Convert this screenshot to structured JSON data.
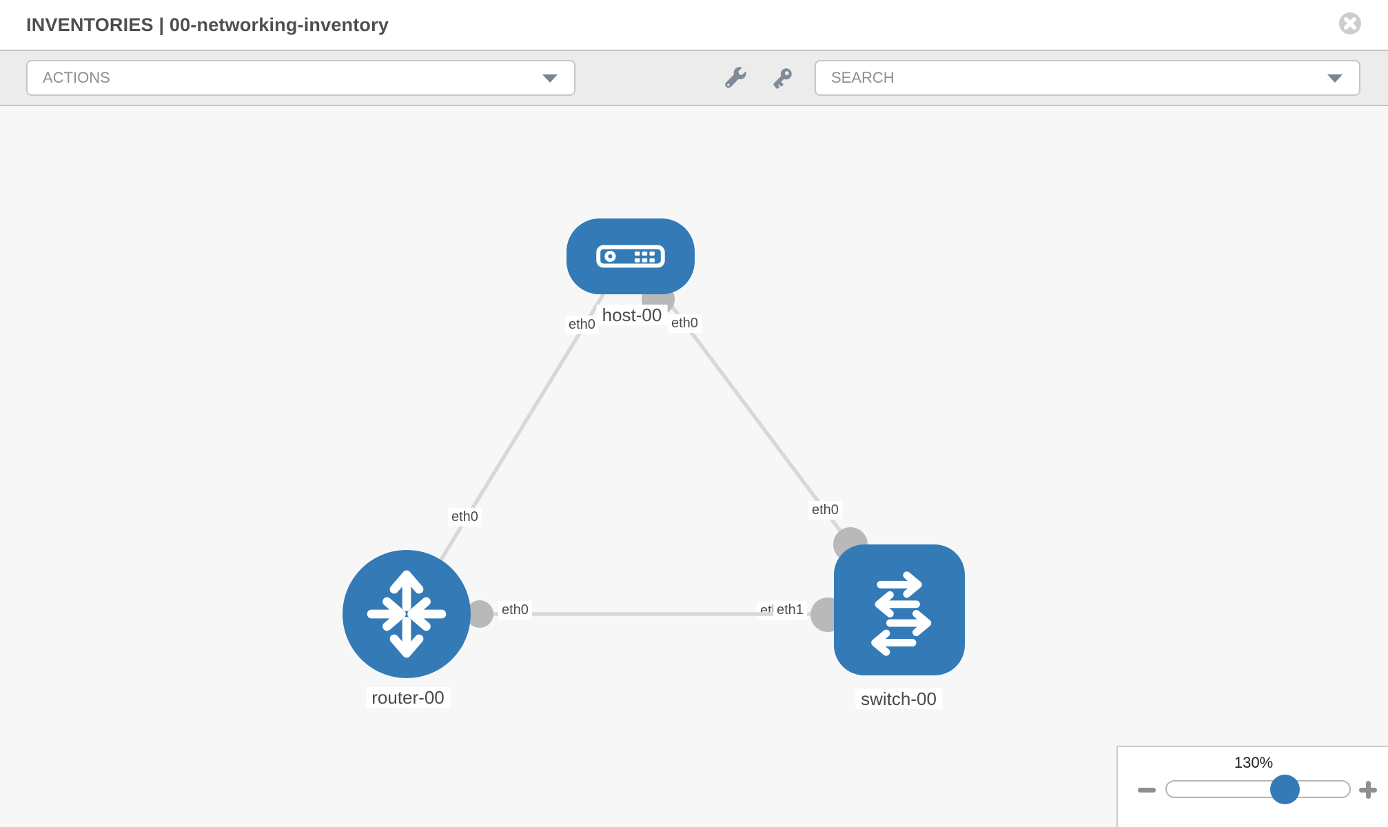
{
  "header": {
    "title": "INVENTORIES | 00-networking-inventory",
    "close_icon": "circle-x"
  },
  "toolbar": {
    "actions_label": "ACTIONS",
    "search_label": "SEARCH",
    "icons": {
      "wrench": "wrench",
      "key": "key",
      "actions_caret": "caret-down",
      "search_caret": "caret-down"
    }
  },
  "canvas": {
    "nodes": [
      {
        "label": "host-00",
        "type": "host",
        "icon": "host-device-icon"
      },
      {
        "label": "router-00",
        "type": "router",
        "icon": "router-arrows-icon"
      },
      {
        "label": "switch-00",
        "type": "switch",
        "icon": "switch-arrows-icon"
      }
    ],
    "links": [
      {
        "from": "host-00",
        "to": "router-00",
        "from_interface": "eth0",
        "to_interface": "eth0"
      },
      {
        "from": "host-00",
        "to": "switch-00",
        "from_interface": "eth0",
        "to_interface": "eth0"
      },
      {
        "from": "router-00",
        "to": "switch-00",
        "from_interface": "eth0",
        "to_interface": "eth1",
        "to_interface_overlapped": "eth0"
      }
    ]
  },
  "zoom_control": {
    "level": "130%",
    "slider_percent": 64.5,
    "zoom_out_icon": "minus",
    "zoom_in_icon": "plus"
  },
  "colors": {
    "node_blue": "#337ab7",
    "edge_gray": "#d8d8d8",
    "connector_gray": "#b9b9b9",
    "toolbar_bg": "#ececec",
    "canvas_bg": "#f7f7f7"
  }
}
